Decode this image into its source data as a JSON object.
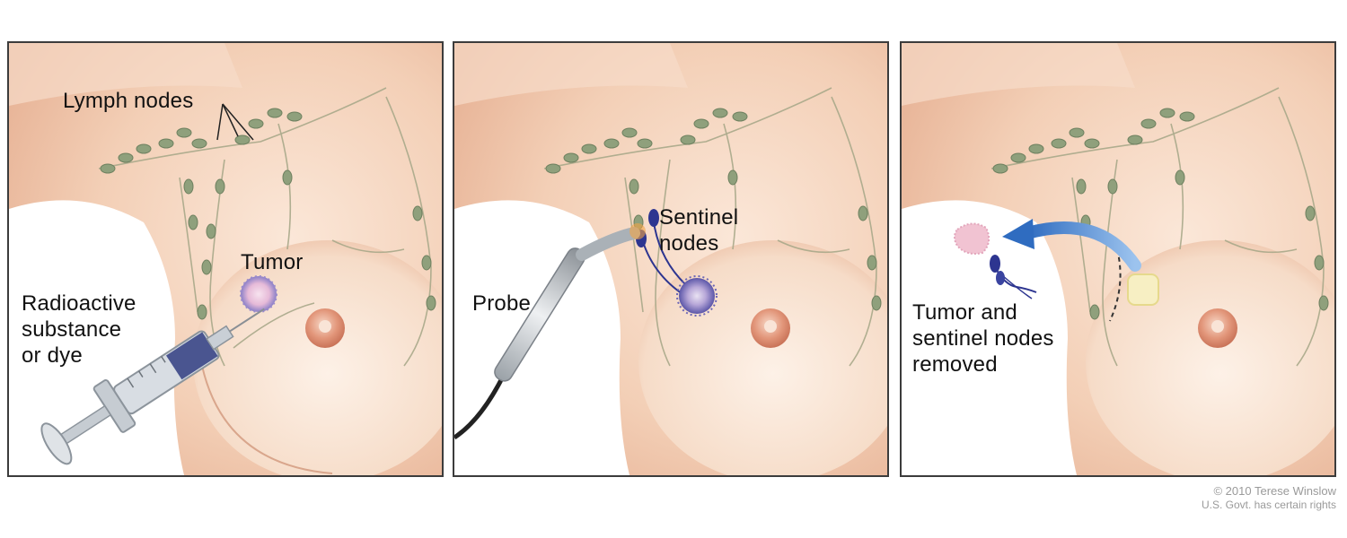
{
  "panels": [
    {
      "labels": {
        "lymph_nodes": "Lymph nodes",
        "tumor": "Tumor",
        "injection": "Radioactive\nsubstance\nor dye"
      }
    },
    {
      "labels": {
        "sentinel_nodes": "Sentinel\nnodes",
        "probe": "Probe"
      }
    },
    {
      "labels": {
        "removed": "Tumor and\nsentinel nodes\nremoved"
      }
    }
  ],
  "credit": {
    "line1": "© 2010 Terese Winslow",
    "line2": "U.S. Govt. has certain rights"
  },
  "colors": {
    "skin": "#f2cdb4",
    "skin_dark": "#e3a98c",
    "lymph_node": "#8fa07c",
    "sentinel_node": "#2d3590",
    "tumor": "#e9c3dc",
    "arrow": "#3e7cc4"
  }
}
